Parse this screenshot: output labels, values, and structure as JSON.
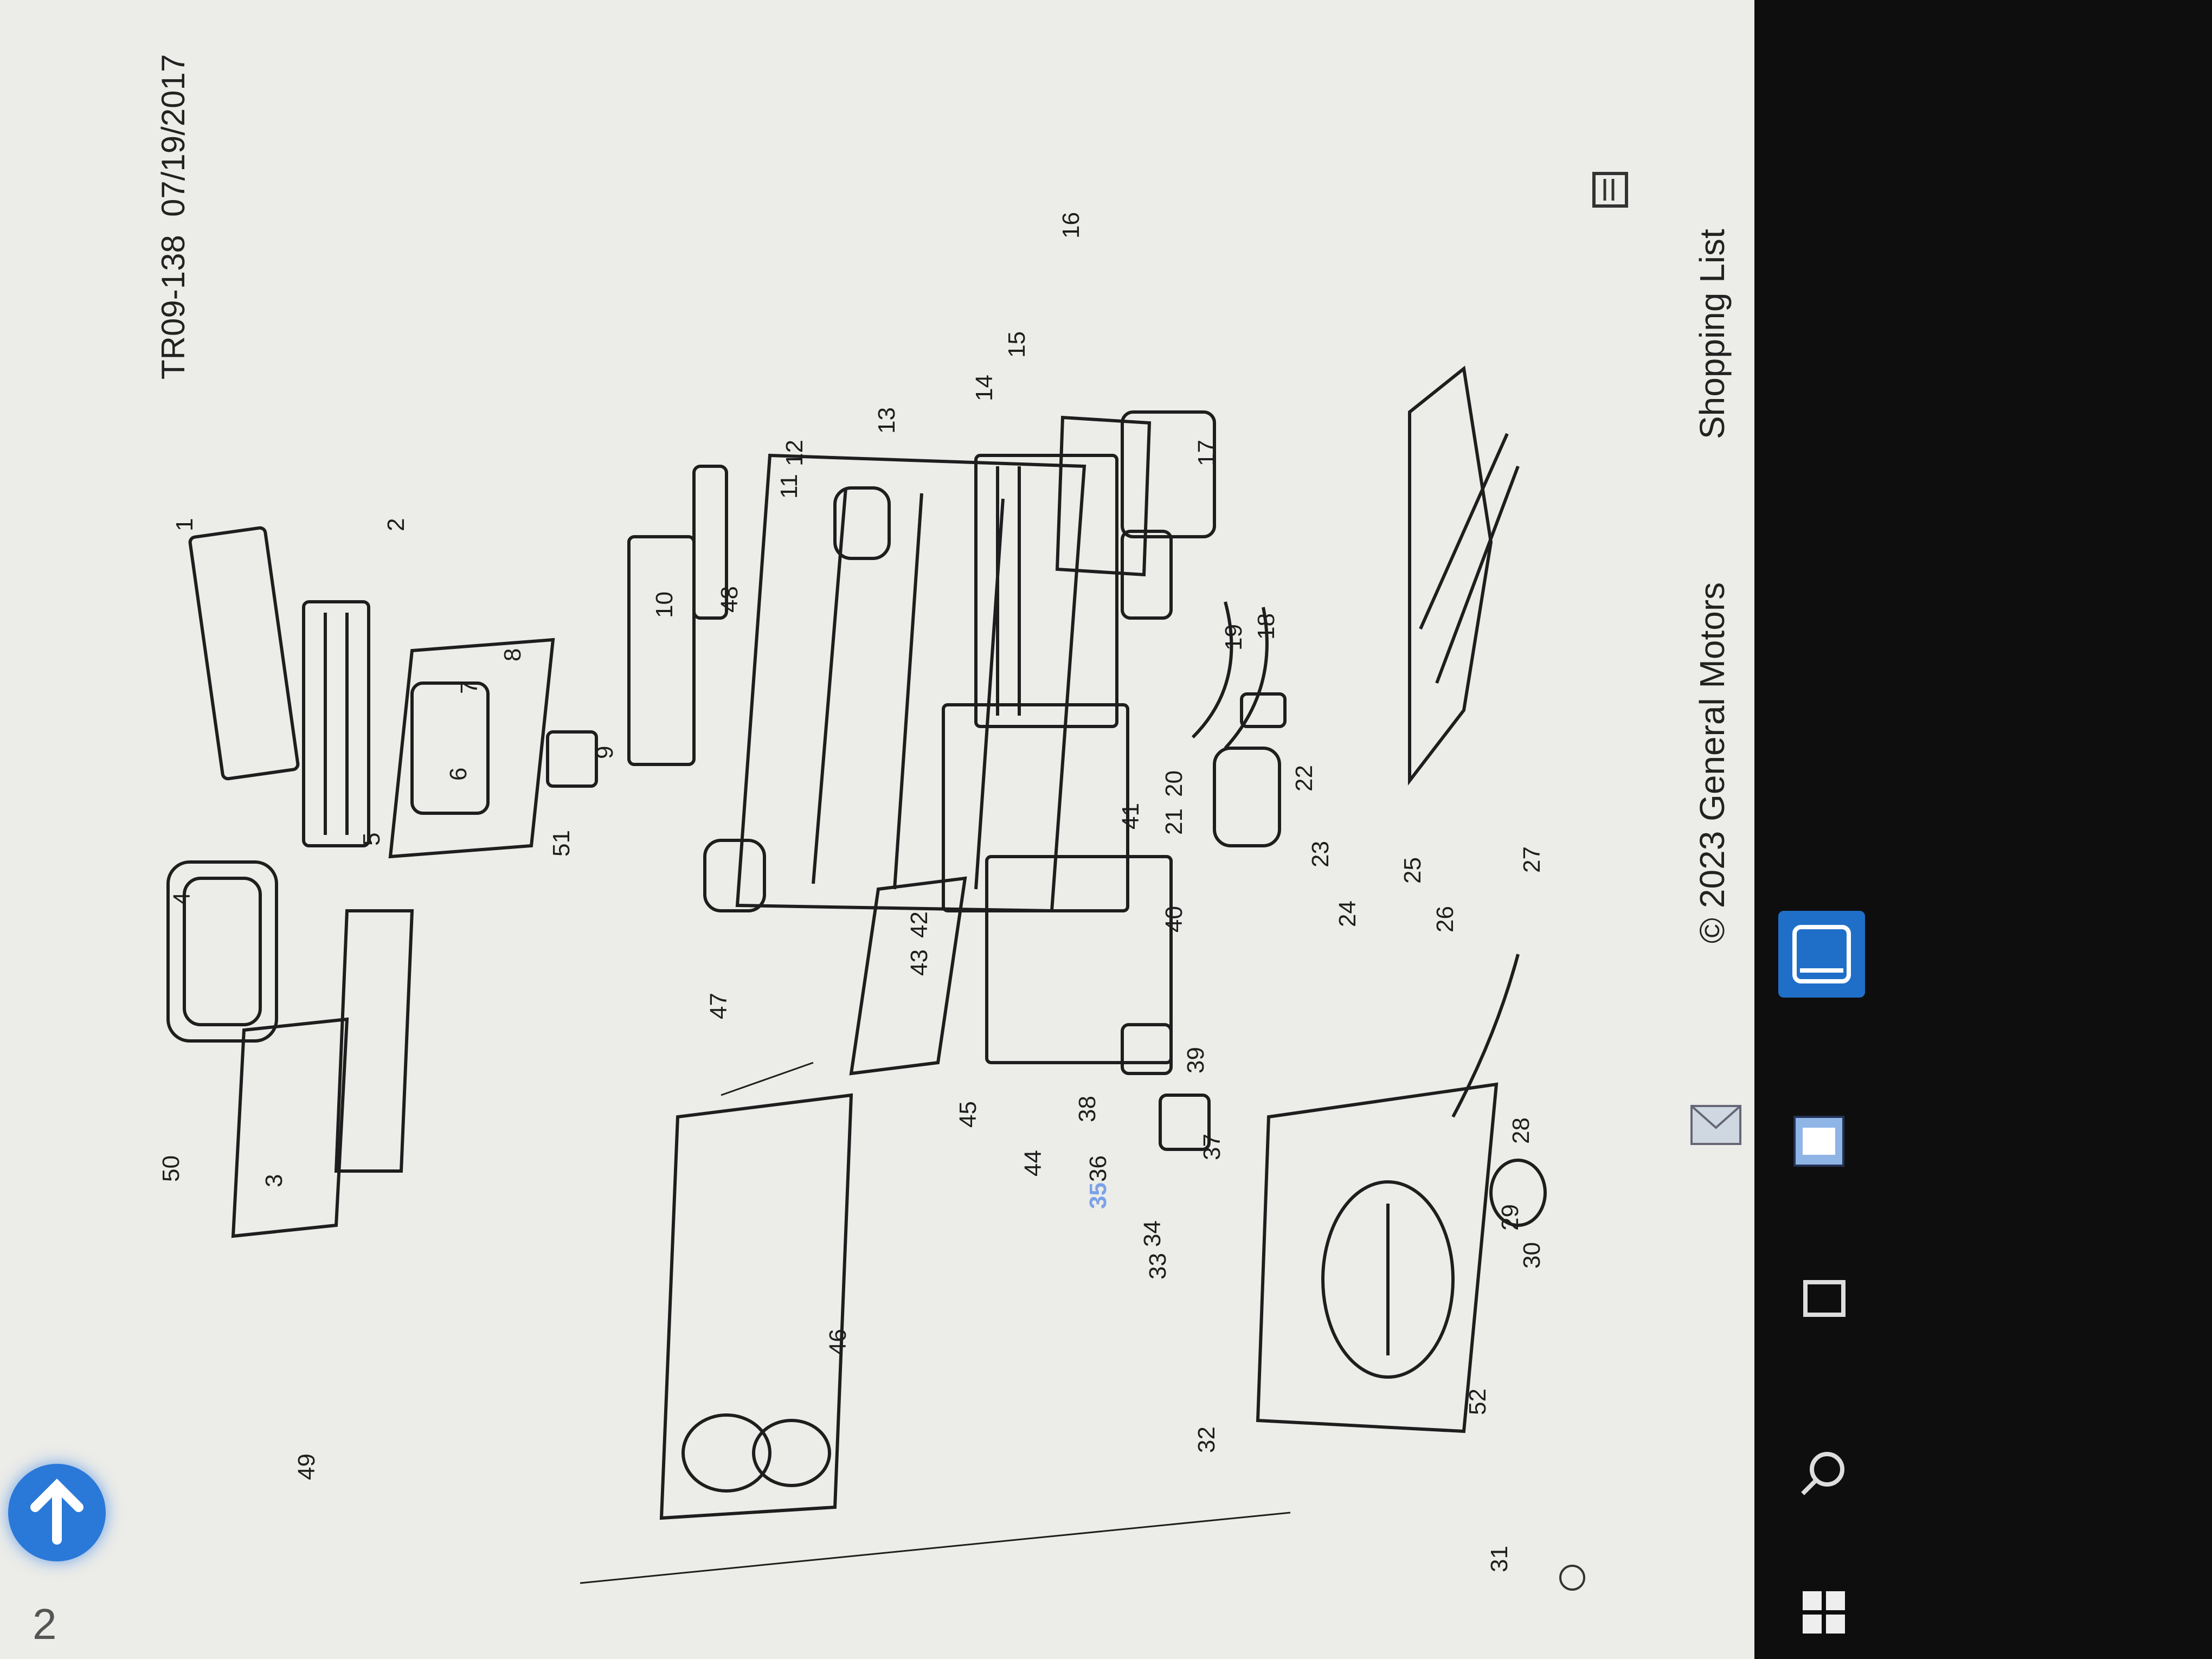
{
  "header": {
    "doc_code": "TR09-138",
    "date": "07/19/2017",
    "page_number": "2"
  },
  "footer": {
    "copyright": "© 2023 General Motors",
    "shopping_list": "Shopping List"
  },
  "callouts": [
    "1",
    "2",
    "3",
    "4",
    "5",
    "6",
    "7",
    "8",
    "9",
    "10",
    "11",
    "12",
    "13",
    "14",
    "15",
    "16",
    "17",
    "18",
    "19",
    "20",
    "21",
    "22",
    "23",
    "24",
    "25",
    "26",
    "27",
    "28",
    "29",
    "30",
    "31",
    "32",
    "33",
    "34",
    "35",
    "36",
    "37",
    "38",
    "39",
    "40",
    "41",
    "42",
    "43",
    "44",
    "45",
    "46",
    "47",
    "48",
    "49",
    "50",
    "51",
    "52"
  ],
  "highlighted_callout": "35",
  "colors": {
    "paper": "#ecece8",
    "ink": "#1e1e1e",
    "highlight": "#7aa2e8",
    "accent_blue": "#2a78d8",
    "taskbar": "#101010"
  },
  "icons": [
    "back-arrow-icon",
    "gm-logo-icon",
    "search-icon",
    "task-view-icon",
    "windows-start-icon",
    "print-icon",
    "mail-icon",
    "document-icon"
  ]
}
